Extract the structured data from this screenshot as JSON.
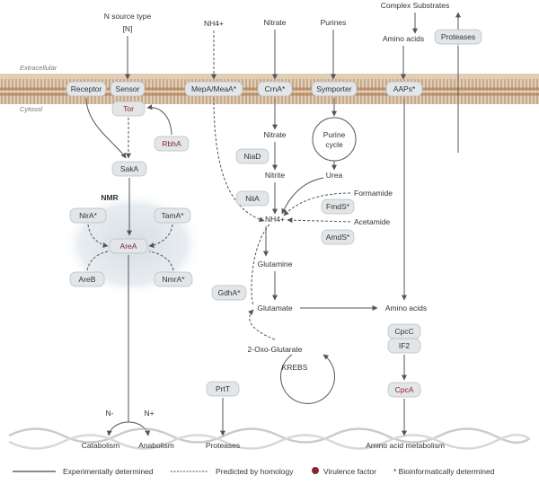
{
  "labels": {
    "n_source": "N source type",
    "n_bracket": "[N]",
    "nh4_top": "NH4+",
    "nitrate_top": "Nitrate",
    "purines_top": "Purines",
    "complex_substrates": "Complex Substrates",
    "amino_acids_top": "Amino acids",
    "extracellular": "Extracellular",
    "cytosol": "Cytosol",
    "nitrate_mid": "Nitrate",
    "nitrite": "Nitrite",
    "urea": "Urea",
    "purine_cycle_1": "Purine",
    "purine_cycle_2": "cycle",
    "formamide": "Formamide",
    "acetamide": "Acetamide",
    "nh4_mid": "NH4+",
    "nmr": "NMR",
    "glutamine": "Glutamine",
    "glutamate": "Glutamate",
    "amino_acids_mid": "Amino acids",
    "oxo_glutarate": "2-Oxo-Glutarate",
    "krebs": "KREBS",
    "n_minus": "N-",
    "n_plus": "N+",
    "catabolism": "Catabolism",
    "anabolism": "Anabolism",
    "proteases_bottom": "Proteases",
    "aa_metabolism": "Amino acid metabolism"
  },
  "boxes": {
    "receptor": "Receptor",
    "sensor": "Sensor",
    "mepa": "MepA/MeaA*",
    "crna": "CrnA*",
    "symporter": "Symporter",
    "aaps": "AAPs*",
    "proteases_top": "Proteases",
    "tor": "Tor",
    "rbha": "RbhA",
    "saka": "SakA",
    "niad": "NiaD",
    "niia": "NiiA",
    "fmds": "FmdS*",
    "amds": "AmdS*",
    "nira": "NirA*",
    "tama": "TamA*",
    "area": "AreA",
    "areb": "AreB",
    "nmra": "NmrA*",
    "gdha": "GdhA*",
    "cpcc": "CpcC",
    "if2": "IF2",
    "cpca": "CpcA",
    "prtt": "PrtT"
  },
  "legend": {
    "experimental": "Experimentally determined",
    "homology": "Predicted by homology",
    "virulence": "Virulence factor",
    "bioinformatic": "* Bioinformatically determined"
  },
  "colors": {
    "membrane": "#c9ab8c",
    "virulence": "#8b2430",
    "box_fill": "#e3e6e8"
  }
}
